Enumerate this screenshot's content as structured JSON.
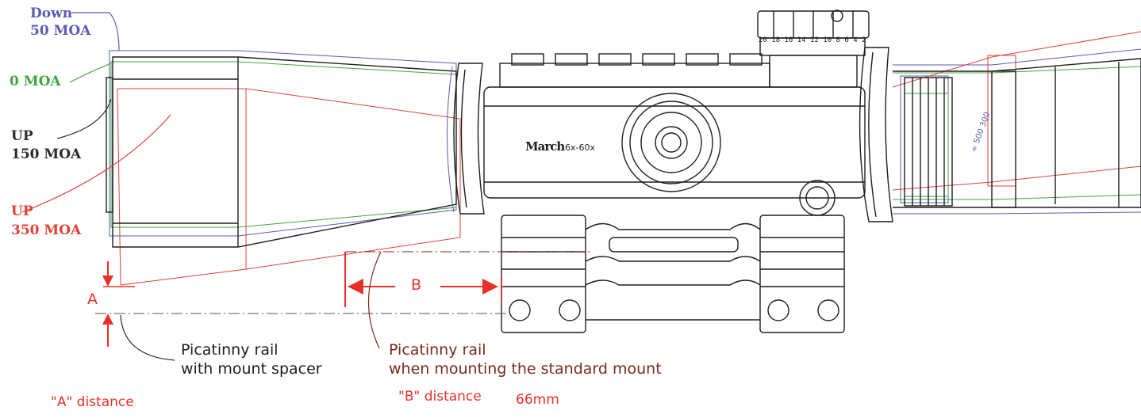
{
  "colors": {
    "down": "#5b5bb5",
    "zero": "#3fa63f",
    "up150": "#2b2b2b",
    "up350": "#e0413a",
    "dim_red": "#e8302a",
    "dark_red": "#7a2a1a",
    "line": "#1f1f1f"
  },
  "legend": {
    "down_line1": "Down",
    "down_line2": "50 MOA",
    "zero": "0 MOA",
    "up150_line1": "UP",
    "up150_line2": "150 MOA",
    "up350_line1": "UP",
    "up350_line2": "350 MOA"
  },
  "scope": {
    "brand": "March",
    "model": "6x-60x",
    "turret_scale": "20 18 16 14 12 10 8 6 4 2",
    "focus_text": "∞ 500 300"
  },
  "dimensions": {
    "a_label": "A",
    "b_label": "B"
  },
  "notes": {
    "spacer_line1": "Picatinny rail",
    "spacer_line2": "with mount spacer",
    "standard_line1": "Picatinny rail",
    "standard_line2": "when mounting the standard mount"
  },
  "captions": {
    "a_distance": "\"A\" distance",
    "b_distance": "\"B\" distance",
    "b_value": "66mm"
  }
}
